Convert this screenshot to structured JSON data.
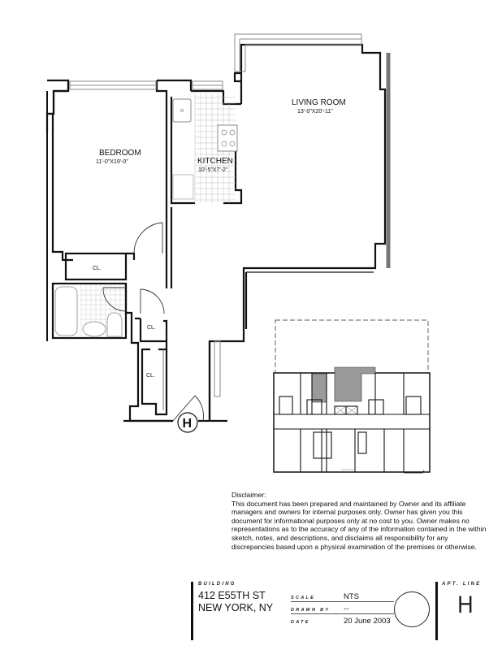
{
  "floorplan": {
    "rooms": [
      {
        "name": "BEDROOM",
        "dimensions": "11'-0\"X19'-0\""
      },
      {
        "name": "KITCHEN",
        "dimensions": "10'-5\"X7'-2\""
      },
      {
        "name": "LIVING ROOM",
        "dimensions": "13'-0\"X20'-11\""
      }
    ],
    "closets": [
      "CL.",
      "CL.",
      "CL."
    ],
    "unit_marker": "H"
  },
  "keyplan": {
    "highlight_color": "#9a9a9a"
  },
  "disclaimer": {
    "title": "Disclaimer:",
    "body": "This document has been prepared and maintained by Owner and its affiliate managers and owners for internal purposes only.  Owner has given you this document for informational purposes only at no cost to you.  Owner makes no representations as to the accuracy of any of the information contained in the within sketch, notes, and descriptions, and disclaims all responsibility for any discrepancies based upon a physical examination of the premises or otherwise."
  },
  "title_block": {
    "building_label": "BUILDING",
    "address_line1": "412 E55TH ST",
    "address_line2": "NEW YORK, NY",
    "scale_label": "SCALE",
    "scale_value": "NTS",
    "drawn_by_label": "DRAWN BY",
    "drawn_by_value": "--",
    "date_label": "DATE",
    "date_value": "20 June 2003",
    "apt_line_label": "APT. LINE",
    "apt_line_value": "H"
  }
}
